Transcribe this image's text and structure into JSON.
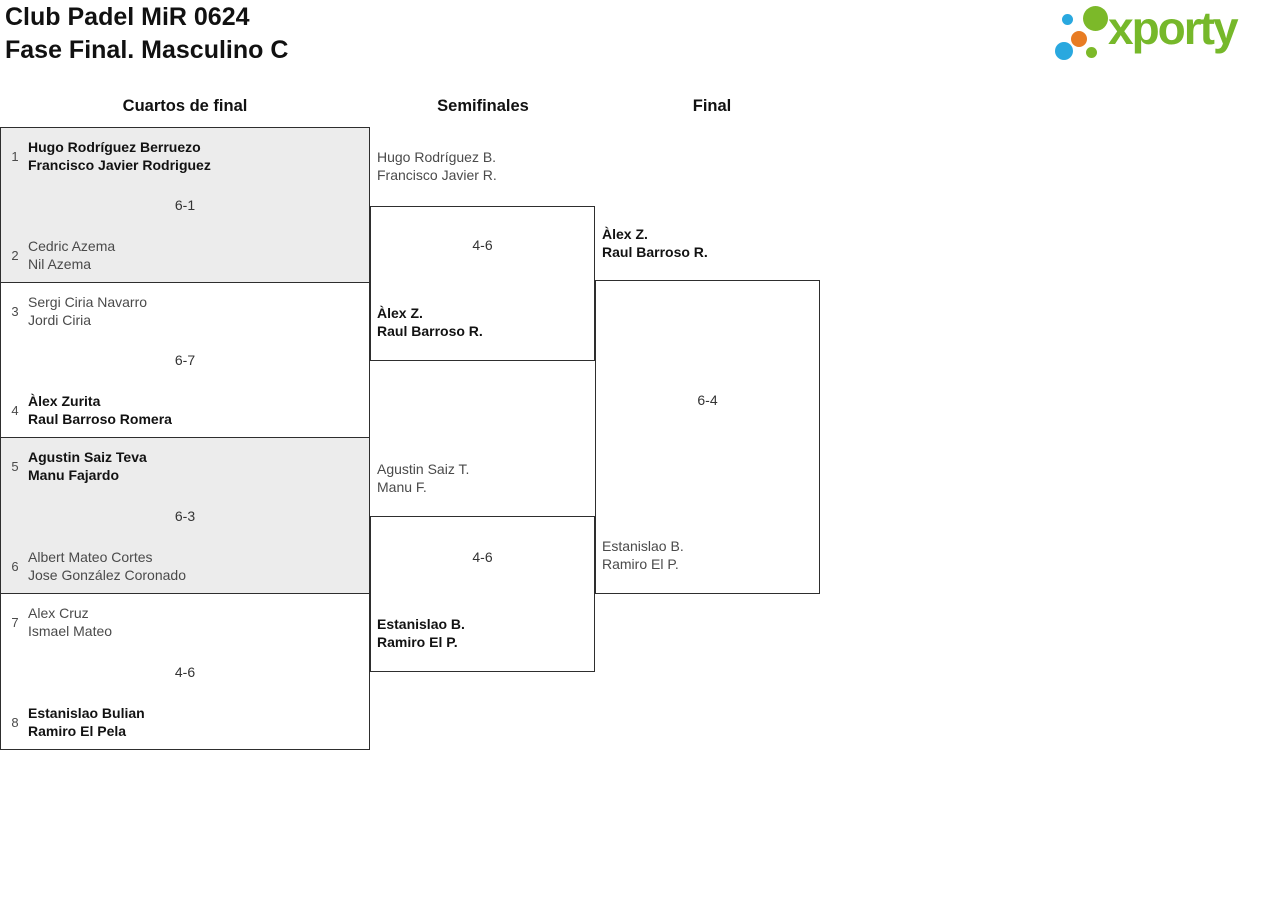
{
  "header": {
    "title_line1": "Club Padel MiR 0624",
    "title_line2": "Fase Final. Masculino C",
    "logo": {
      "text": "xporty",
      "green": "#76b82a",
      "blue": "#29a8df",
      "orange": "#e87c23"
    }
  },
  "rounds": [
    {
      "label": "Cuartos de final"
    },
    {
      "label": "Semifinales"
    },
    {
      "label": "Final"
    }
  ],
  "quarterfinals": [
    {
      "seed_top": "1",
      "team_top": [
        "Hugo Rodríguez Berruezo",
        "Francisco Javier Rodriguez"
      ],
      "score": "6-1",
      "seed_bottom": "2",
      "team_bottom": [
        "Cedric Azema",
        "Nil Azema"
      ],
      "winner": "top"
    },
    {
      "seed_top": "3",
      "team_top": [
        "Sergi Ciria Navarro",
        "Jordi Ciria"
      ],
      "score": "6-7",
      "seed_bottom": "4",
      "team_bottom": [
        "Àlex Zurita",
        "Raul Barroso Romera"
      ],
      "winner": "bottom"
    },
    {
      "seed_top": "5",
      "team_top": [
        "Agustin Saiz Teva",
        "Manu Fajardo"
      ],
      "score": "6-3",
      "seed_bottom": "6",
      "team_bottom": [
        "Albert Mateo Cortes",
        "Jose González Coronado"
      ],
      "winner": "top"
    },
    {
      "seed_top": "7",
      "team_top": [
        "Alex Cruz",
        "Ismael Mateo"
      ],
      "score": "4-6",
      "seed_bottom": "8",
      "team_bottom": [
        "Estanislao Bulian",
        "Ramiro El Pela"
      ],
      "winner": "bottom"
    }
  ],
  "semifinals": [
    {
      "team_top": [
        "Hugo Rodríguez B.",
        "Francisco Javier R."
      ],
      "score": "4-6",
      "team_bottom": [
        "Àlex Z.",
        "Raul Barroso R."
      ],
      "winner": "bottom"
    },
    {
      "team_top": [
        "Agustin Saiz T.",
        "Manu F."
      ],
      "score": "4-6",
      "team_bottom": [
        "Estanislao B.",
        "Ramiro El P."
      ],
      "winner": "bottom"
    }
  ],
  "final": {
    "team_top": [
      "Àlex Z.",
      "Raul Barroso R."
    ],
    "score": "6-4",
    "team_bottom": [
      "Estanislao B.",
      "Ramiro El P."
    ],
    "winner": "top"
  }
}
